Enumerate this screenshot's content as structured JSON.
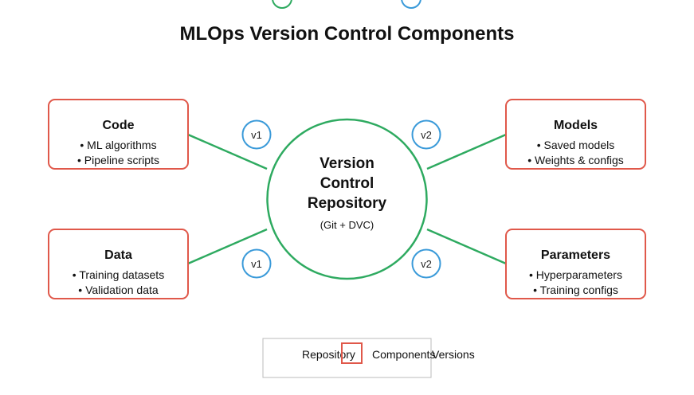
{
  "title": "MLOps Version Control Components",
  "colors": {
    "component_border": "#e0584a",
    "repository_stroke": "#2eaa60",
    "version_stroke": "#3a9ad9",
    "legend_border": "#bbbbbb",
    "text": "#111111"
  },
  "repository": {
    "lines": [
      "Version",
      "Control",
      "Repository"
    ],
    "subtitle": "(Git + DVC)"
  },
  "components": [
    {
      "id": "code",
      "title": "Code",
      "items": [
        "• ML algorithms",
        "• Pipeline scripts"
      ],
      "version": "v1"
    },
    {
      "id": "models",
      "title": "Models",
      "items": [
        "• Saved models",
        "• Weights & configs"
      ],
      "version": "v2"
    },
    {
      "id": "data",
      "title": "Data",
      "items": [
        "• Training datasets",
        "• Validation data"
      ],
      "version": "v1"
    },
    {
      "id": "parameters",
      "title": "Parameters",
      "items": [
        "• Hyperparameters",
        "• Training configs"
      ],
      "version": "v2"
    }
  ],
  "legend": {
    "items": [
      "Repository",
      "Components",
      "Versions"
    ]
  }
}
